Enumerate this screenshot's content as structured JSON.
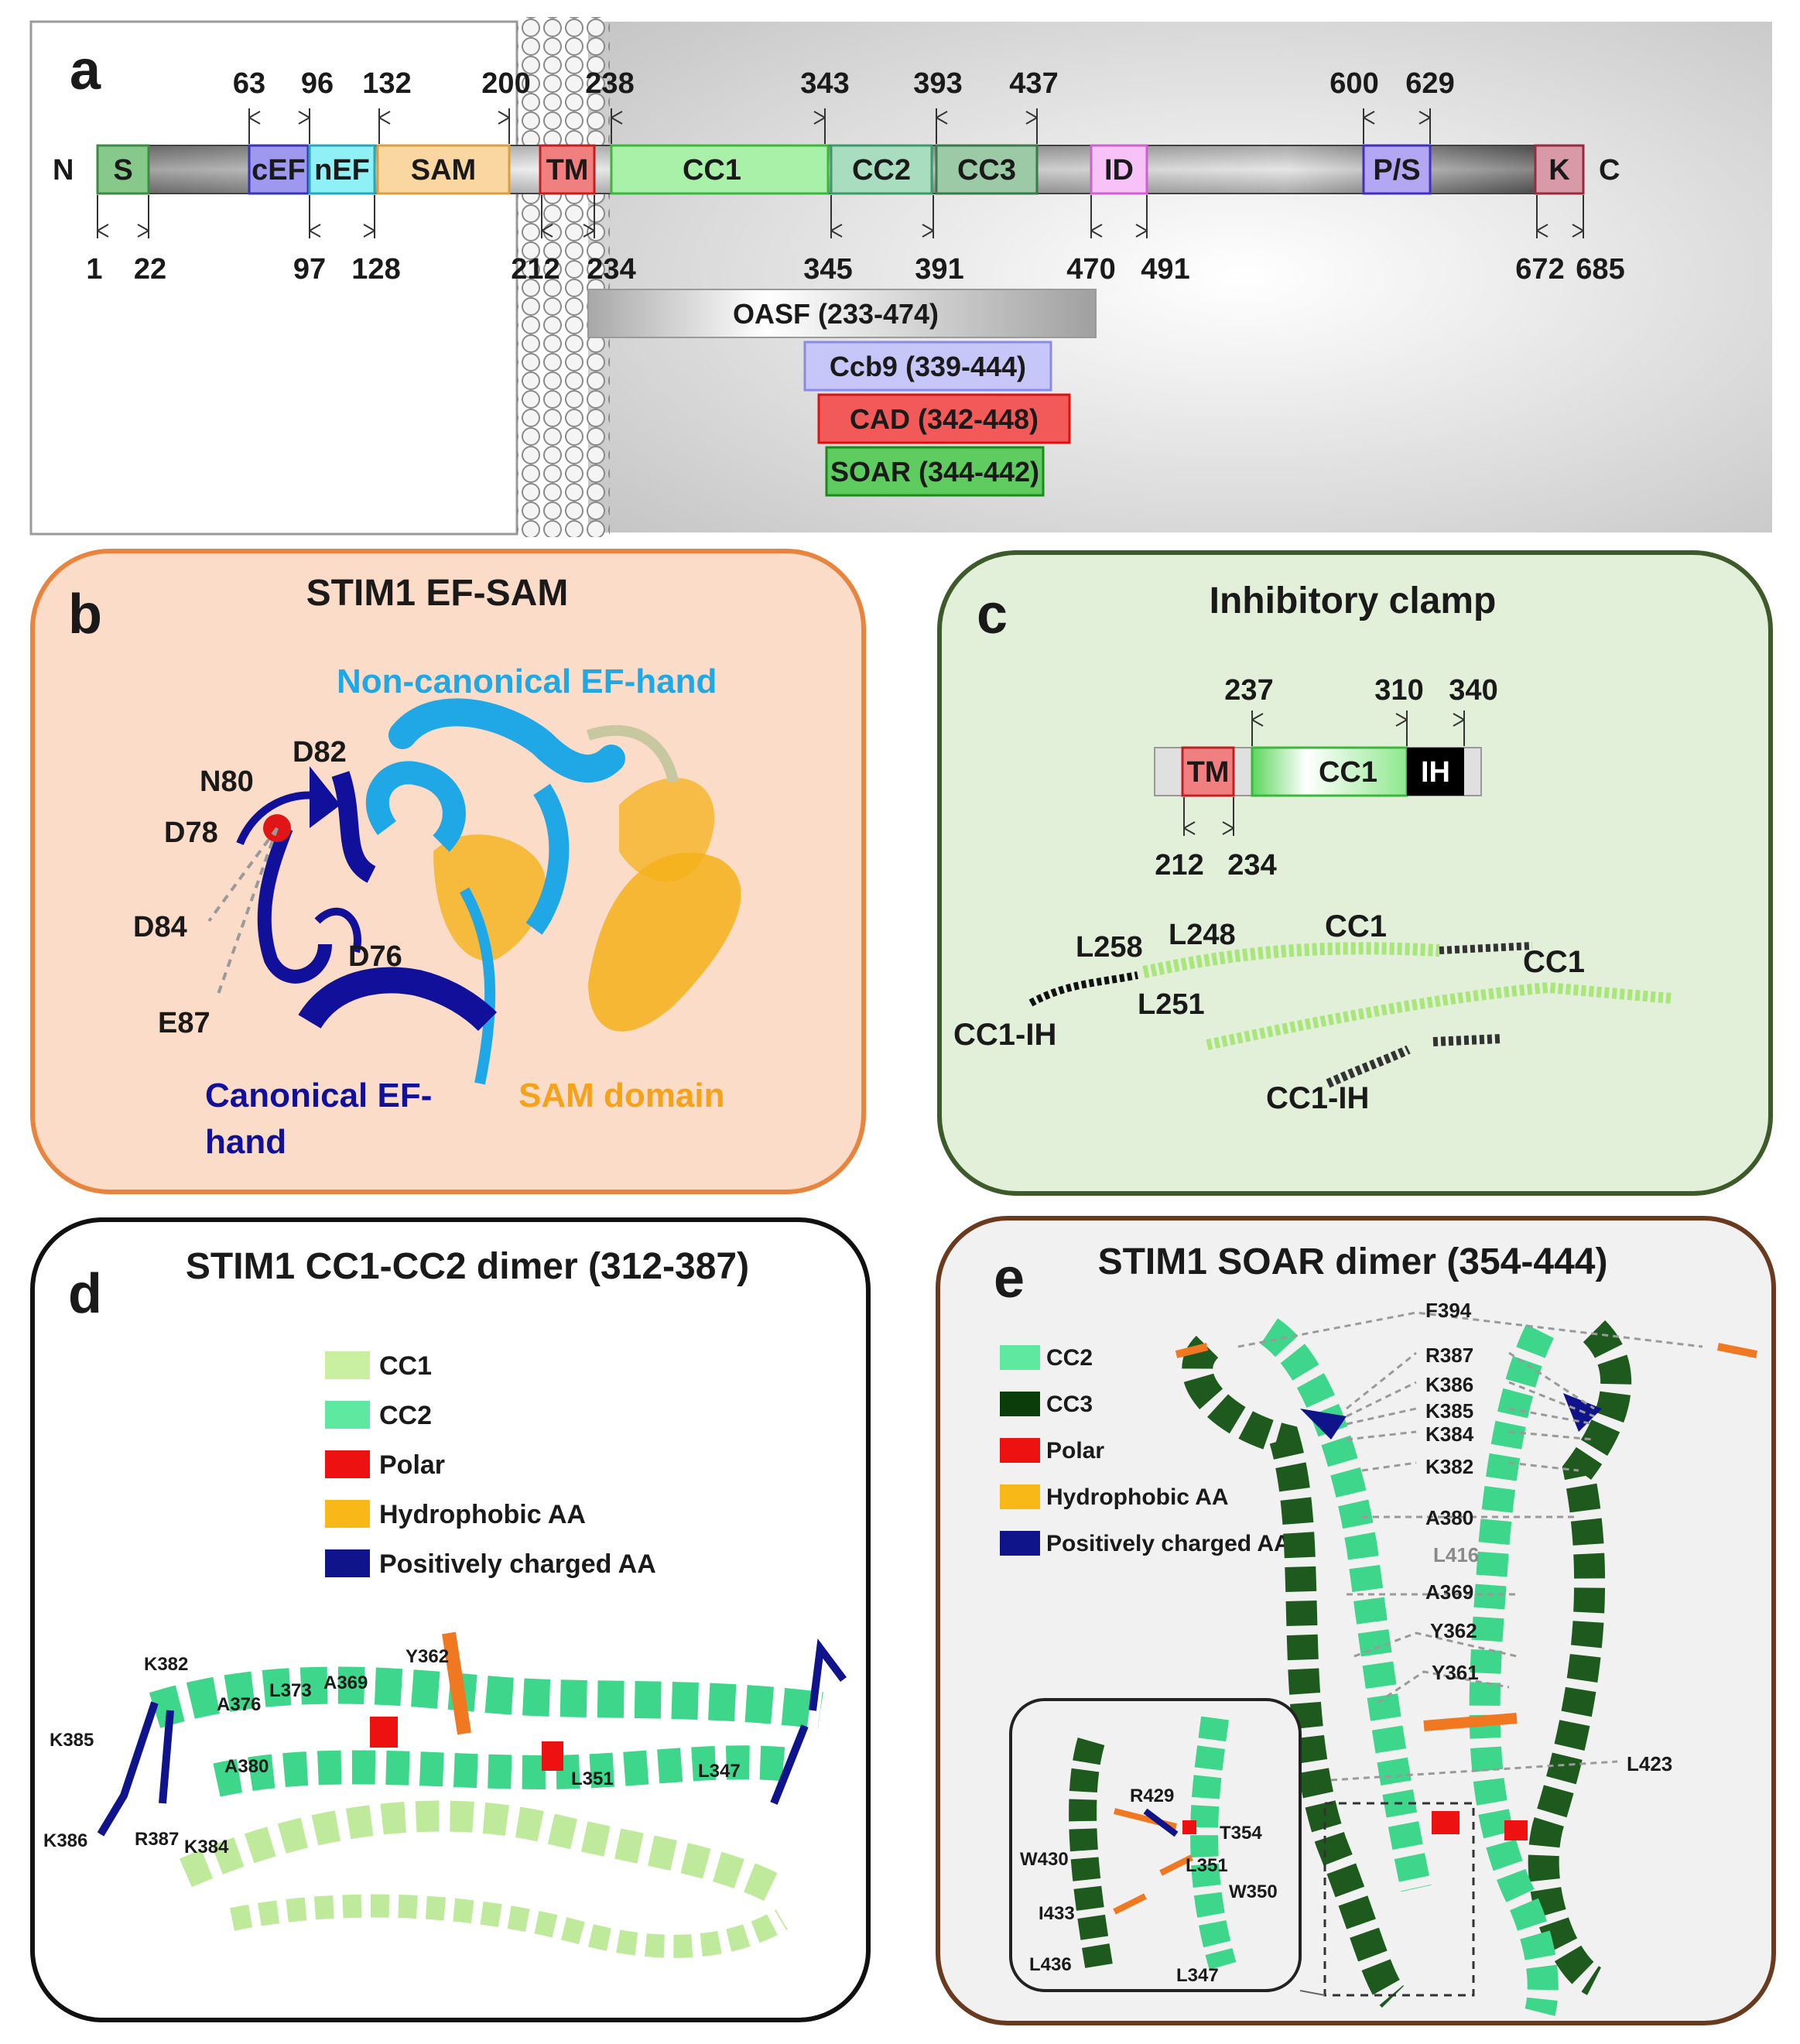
{
  "panel_a": {
    "letter": "a",
    "n_term": "N",
    "c_term": "C",
    "domains": [
      {
        "label": "S",
        "fill": "#86c98b"
      },
      {
        "label": "cEF",
        "fill": "#9e98ee"
      },
      {
        "label": "nEF",
        "fill": "#8ff0f5"
      },
      {
        "label": "SAM",
        "fill": "#fad7a0"
      },
      {
        "label": "TM",
        "fill": "#f08080"
      },
      {
        "label": "CC1",
        "fill": "#a9f0a9"
      },
      {
        "label": "CC2",
        "fill": "#a9ddc0"
      },
      {
        "label": "CC3",
        "fill": "#9ccaa6"
      },
      {
        "label": "ID",
        "fill": "#f7c2f7"
      },
      {
        "label": "P/S",
        "fill": "#b3a6f2"
      },
      {
        "label": "K",
        "fill": "#d89aa6"
      }
    ],
    "top_numbers": [
      "63",
      "96",
      "132",
      "200",
      "238",
      "343",
      "393",
      "437",
      "600",
      "629"
    ],
    "bottom_numbers": [
      "1",
      "22",
      "97",
      "128",
      "212",
      "234",
      "345",
      "391",
      "470",
      "491",
      "672",
      "685"
    ],
    "fragments": [
      {
        "label": "OASF (233-474)",
        "fill": "#c8c8c8"
      },
      {
        "label": "Ccb9 (339-444)",
        "fill": "#b4b4f4"
      },
      {
        "label": "CAD (342-448)",
        "fill": "#f04848"
      },
      {
        "label": "SOAR (344-442)",
        "fill": "#4cc24c"
      }
    ]
  },
  "panel_b": {
    "letter": "b",
    "title": "STIM1 EF-SAM",
    "labels": {
      "noncanonical": "Non-canonical EF-hand",
      "canonical_1": "Canonical EF-",
      "canonical_2": "hand",
      "sam": "SAM domain"
    },
    "residues": [
      "D82",
      "N80",
      "D78",
      "D84",
      "D76",
      "E87"
    ],
    "colors": {
      "bg": "#fbdcc9",
      "border": "#e8843e",
      "noncanonical": "#20a8e6",
      "canonical": "#10109a",
      "sam": "#f5b21a"
    }
  },
  "panel_c": {
    "letter": "c",
    "title": "Inhibitory clamp",
    "domains": [
      "TM",
      "CC1",
      "IH"
    ],
    "top_numbers": [
      "237",
      "310",
      "340"
    ],
    "bottom_numbers": [
      "212",
      "234"
    ],
    "labels": [
      "L258",
      "L248",
      "CC1",
      "CC1",
      "L251",
      "CC1-IH",
      "CC1-IH"
    ],
    "colors": {
      "bg": "#e2efd9",
      "border": "#3d5a2a"
    }
  },
  "panel_d": {
    "letter": "d",
    "title": "STIM1 CC1-CC2 dimer (312-387)",
    "legend": [
      {
        "label": "CC1",
        "color": "#c8f0a0"
      },
      {
        "label": "CC2",
        "color": "#5ee8a0"
      },
      {
        "label": "Polar",
        "color": "#ee1111"
      },
      {
        "label": "Hydrophobic AA",
        "color": "#f8b818"
      },
      {
        "label": "Positively charged AA",
        "color": "#10148a"
      }
    ],
    "residues": [
      "K382",
      "K385",
      "A376",
      "L373",
      "A369",
      "Y362",
      "A380",
      "L351",
      "L347",
      "K386",
      "R387",
      "K384"
    ]
  },
  "panel_e": {
    "letter": "e",
    "title": "STIM1 SOAR dimer (354-444)",
    "legend": [
      {
        "label": "CC2",
        "color": "#5ee8a0"
      },
      {
        "label": "CC3",
        "color": "#0b3d0b"
      },
      {
        "label": "Polar",
        "color": "#ee1111"
      },
      {
        "label": "Hydrophobic AA",
        "color": "#f8b818"
      },
      {
        "label": "Positively charged AA",
        "color": "#10148a"
      }
    ],
    "residues": [
      "F394",
      "R387",
      "K386",
      "K385",
      "K384",
      "K382",
      "A380",
      "L416",
      "A369",
      "Y362",
      "Y361",
      "L423"
    ],
    "inset_residues": [
      "R429",
      "T354",
      "W430",
      "L351",
      "W350",
      "I433",
      "L436",
      "L347"
    ],
    "colors": {
      "bg": "#f1f1f1",
      "border": "#6b3a1e"
    }
  }
}
